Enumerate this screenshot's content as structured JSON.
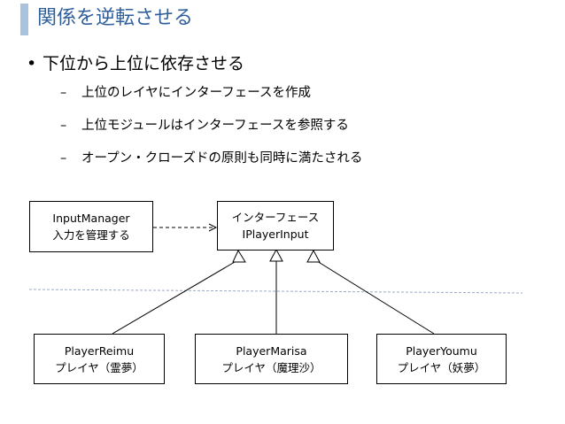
{
  "slide": {
    "title": "関係を逆転させる",
    "bullet": "下位から上位に依存させる",
    "bullet_marker": "•",
    "subs": [
      "上位のレイヤにインターフェースを作成",
      "上位モジュールはインターフェースを参照する",
      "オープン・クローズドの原則も同時に満たされる"
    ],
    "sub_marker": "–"
  },
  "diagram": {
    "input_manager": {
      "line1": "InputManager",
      "line2": "入力を管理する"
    },
    "interface": {
      "line1": "インターフェース",
      "line2": "IPlayerInput"
    },
    "players": [
      {
        "line1": "PlayerReimu",
        "line2": "プレイヤ（霊夢）"
      },
      {
        "line1": "PlayerMarisa",
        "line2": "プレイヤ（魔理沙）"
      },
      {
        "line1": "PlayerYoumu",
        "line2": "プレイヤ（妖夢）"
      }
    ]
  },
  "colors": {
    "title": "#2f5f9b",
    "title_accent_bar": "#a9c3dc",
    "layer_divider": "#9aa9c8"
  }
}
